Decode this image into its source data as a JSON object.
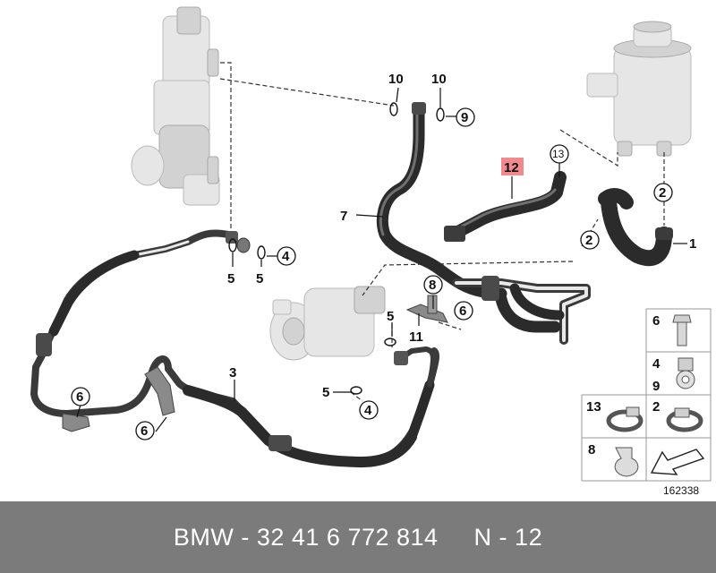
{
  "diagram": {
    "callouts": {
      "c1": "1",
      "c2a": "2",
      "c2b": "2",
      "c3": "3",
      "c4a": "4",
      "c4b": "4",
      "c5a": "5",
      "c5b": "5",
      "c5c": "5",
      "c5d": "5",
      "c6a": "6",
      "c6b": "6",
      "c6c": "6",
      "c7": "7",
      "c8": "8",
      "c9": "9",
      "c10a": "10",
      "c10b": "10",
      "c11": "11",
      "c12": "12",
      "c13": "13"
    },
    "highlighted_part": "12",
    "highlight_color": "#f08a8f",
    "legend": {
      "b6": "6",
      "b4": "4",
      "b9": "9",
      "b13": "13",
      "b2": "2",
      "b8": "8"
    },
    "diagram_number": "162338"
  },
  "footer": {
    "text": "BMW - 32 41 6 772 814     N - 12"
  }
}
